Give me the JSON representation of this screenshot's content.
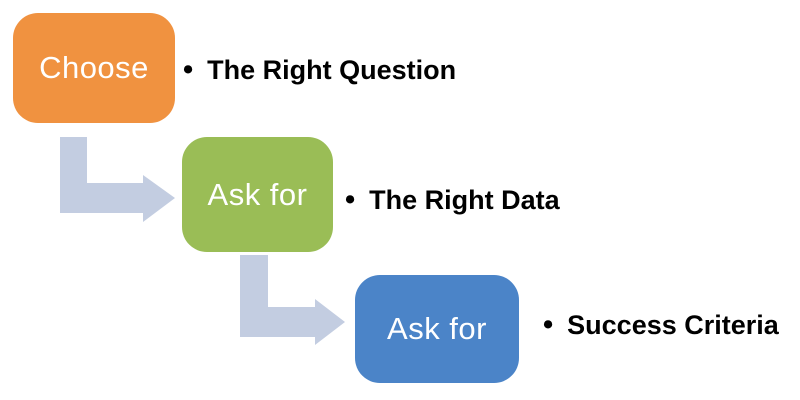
{
  "diagram": {
    "type": "process-step-diagram",
    "background": "#ffffff",
    "arrow_color": "#c3cde1",
    "box_text_color": "#ffffff",
    "bullet_text_color": "#000000",
    "steps": [
      {
        "box_label": "Choose",
        "bullet_marker": "•",
        "bullet_text": "The Right Question",
        "box_color": "#f09240"
      },
      {
        "box_label": "Ask for",
        "bullet_marker": "•",
        "bullet_text": "The Right Data",
        "box_color": "#9abd56"
      },
      {
        "box_label": "Ask for",
        "bullet_marker": "•",
        "bullet_text": "Success Criteria",
        "box_color": "#4b84c8"
      }
    ]
  }
}
